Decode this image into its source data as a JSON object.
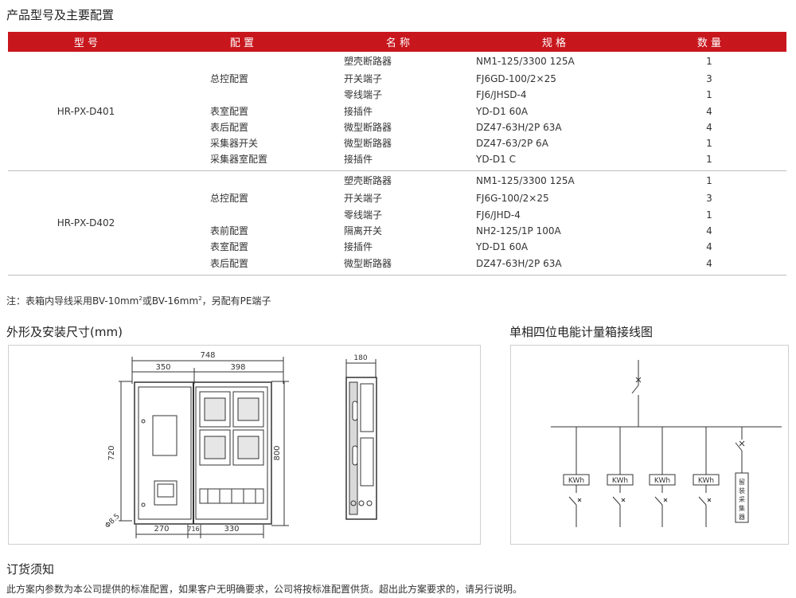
{
  "section1_title": "产品型号及主要配置",
  "table": {
    "headers": [
      "型 号",
      "配 置",
      "名 称",
      "规 格",
      "数 量"
    ],
    "groups": [
      {
        "model": "HR-PX-D401",
        "rows": [
          {
            "config": "",
            "name": "塑壳断路器",
            "spec": "NM1-125/3300 125A",
            "qty": "1"
          },
          {
            "config": "总控配置",
            "name": "开关端子",
            "spec": "FJ6GD-100/2×25",
            "qty": "3"
          },
          {
            "config": "",
            "name": "零线端子",
            "spec": "FJ6/JHSD-4",
            "qty": "1"
          },
          {
            "config": "表室配置",
            "name": "接插件",
            "spec": "YD-D1 60A",
            "qty": "4"
          },
          {
            "config": "表后配置",
            "name": "微型断路器",
            "spec": "DZ47-63H/2P 63A",
            "qty": "4"
          },
          {
            "config": "采集器开关",
            "name": "微型断路器",
            "spec": "DZ47-63/2P 6A",
            "qty": "1"
          },
          {
            "config": "采集器室配置",
            "name": "接插件",
            "spec": "YD-D1 C",
            "qty": "1"
          }
        ]
      },
      {
        "model": "HR-PX-D402",
        "rows": [
          {
            "config": "",
            "name": "塑壳断路器",
            "spec": "NM1-125/3300 125A",
            "qty": "1"
          },
          {
            "config": "总控配置",
            "name": "开关端子",
            "spec": "FJ6G-100/2×25",
            "qty": "3"
          },
          {
            "config": "",
            "name": "零线端子",
            "spec": "FJ6/JHD-4",
            "qty": "1"
          },
          {
            "config": "表前配置",
            "name": "隔离开关",
            "spec": "NH2-125/1P 100A",
            "qty": "4"
          },
          {
            "config": "表室配置",
            "name": "接插件",
            "spec": "YD-D1 60A",
            "qty": "4"
          },
          {
            "config": "表后配置",
            "name": "微型断路器",
            "spec": "DZ47-63H/2P 63A",
            "qty": "4"
          }
        ]
      }
    ]
  },
  "note": {
    "prefix": "注：表箱内导线采用BV-10mm",
    "sup1": "2",
    "middle": "或BV-16mm",
    "sup2": "2",
    "suffix": "，另配有PE端子"
  },
  "section2_title": "外形及安装尺寸(mm)",
  "section3_title": "单相四位电能计量箱接线图",
  "dimensions": {
    "total_width": "748",
    "left_width": "350",
    "right_width": "398",
    "height_inner": "720",
    "height_outer": "800",
    "bottom_left": "270",
    "bottom_mid": "716",
    "bottom_right": "330",
    "hole": "Φ8.5",
    "depth": "180"
  },
  "wiring": {
    "meter_label": "KWh",
    "reserved_label": [
      "留",
      "装",
      "采",
      "集",
      "器"
    ]
  },
  "section4_title": "订货须知",
  "footer_text": "此方案内参数为本公司提供的标准配置，如果客户无明确要求，公司将按标准配置供货。超出此方案要求的，请另行说明。",
  "colors": {
    "header_red": "#c8161d",
    "border_gray": "#cfcfcf"
  }
}
